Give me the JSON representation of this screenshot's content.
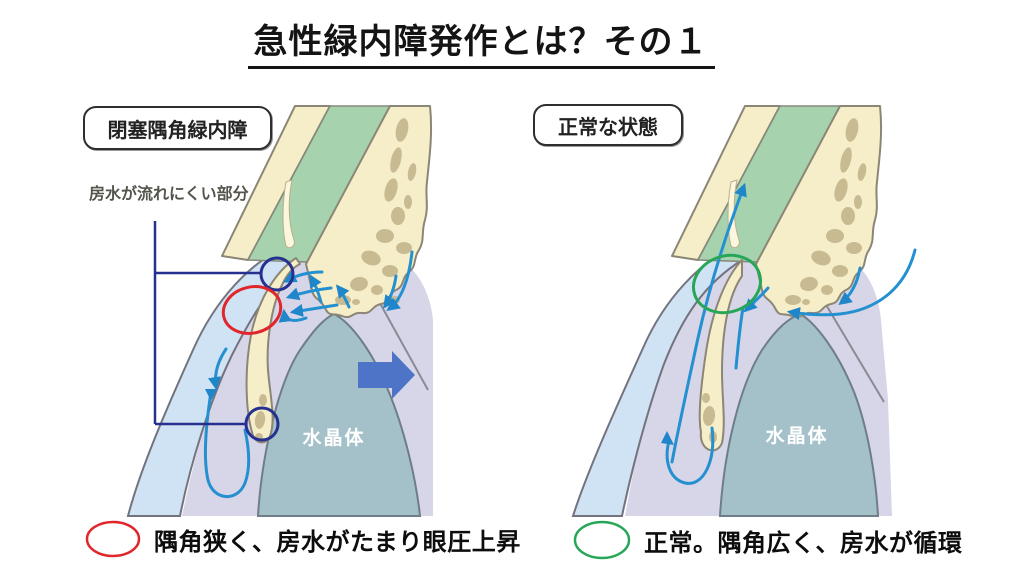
{
  "title": "急性緑内障発作とは？その１",
  "left_diagram": {
    "label": "閉塞隅角緑内障",
    "annotation": "房水が流れにくい部分",
    "lens_label": "水晶体"
  },
  "right_diagram": {
    "label": "正常な状態",
    "lens_label": "水晶体"
  },
  "legend": [
    {
      "marker": "red-ellipse",
      "color": "#e0262b",
      "text": "隅角狭く、房水がたまり眼圧上昇"
    },
    {
      "marker": "green-ellipse",
      "color": "#27a658",
      "text": "正常。隅角広く、房水が循環"
    }
  ],
  "colors": {
    "cornea_blue": "#cfe3f4",
    "chamber_lavender": "#d7d5e8",
    "lens_teal": "#a4c1ca",
    "sclera_cream": "#f5eec8",
    "marble_tan": "#c8bb92",
    "cornea_green": "#a6d2ae",
    "flow_arrow": "#2490d0",
    "highlight_navy": "#25308f",
    "transition_arrow": "#4e74c7"
  }
}
